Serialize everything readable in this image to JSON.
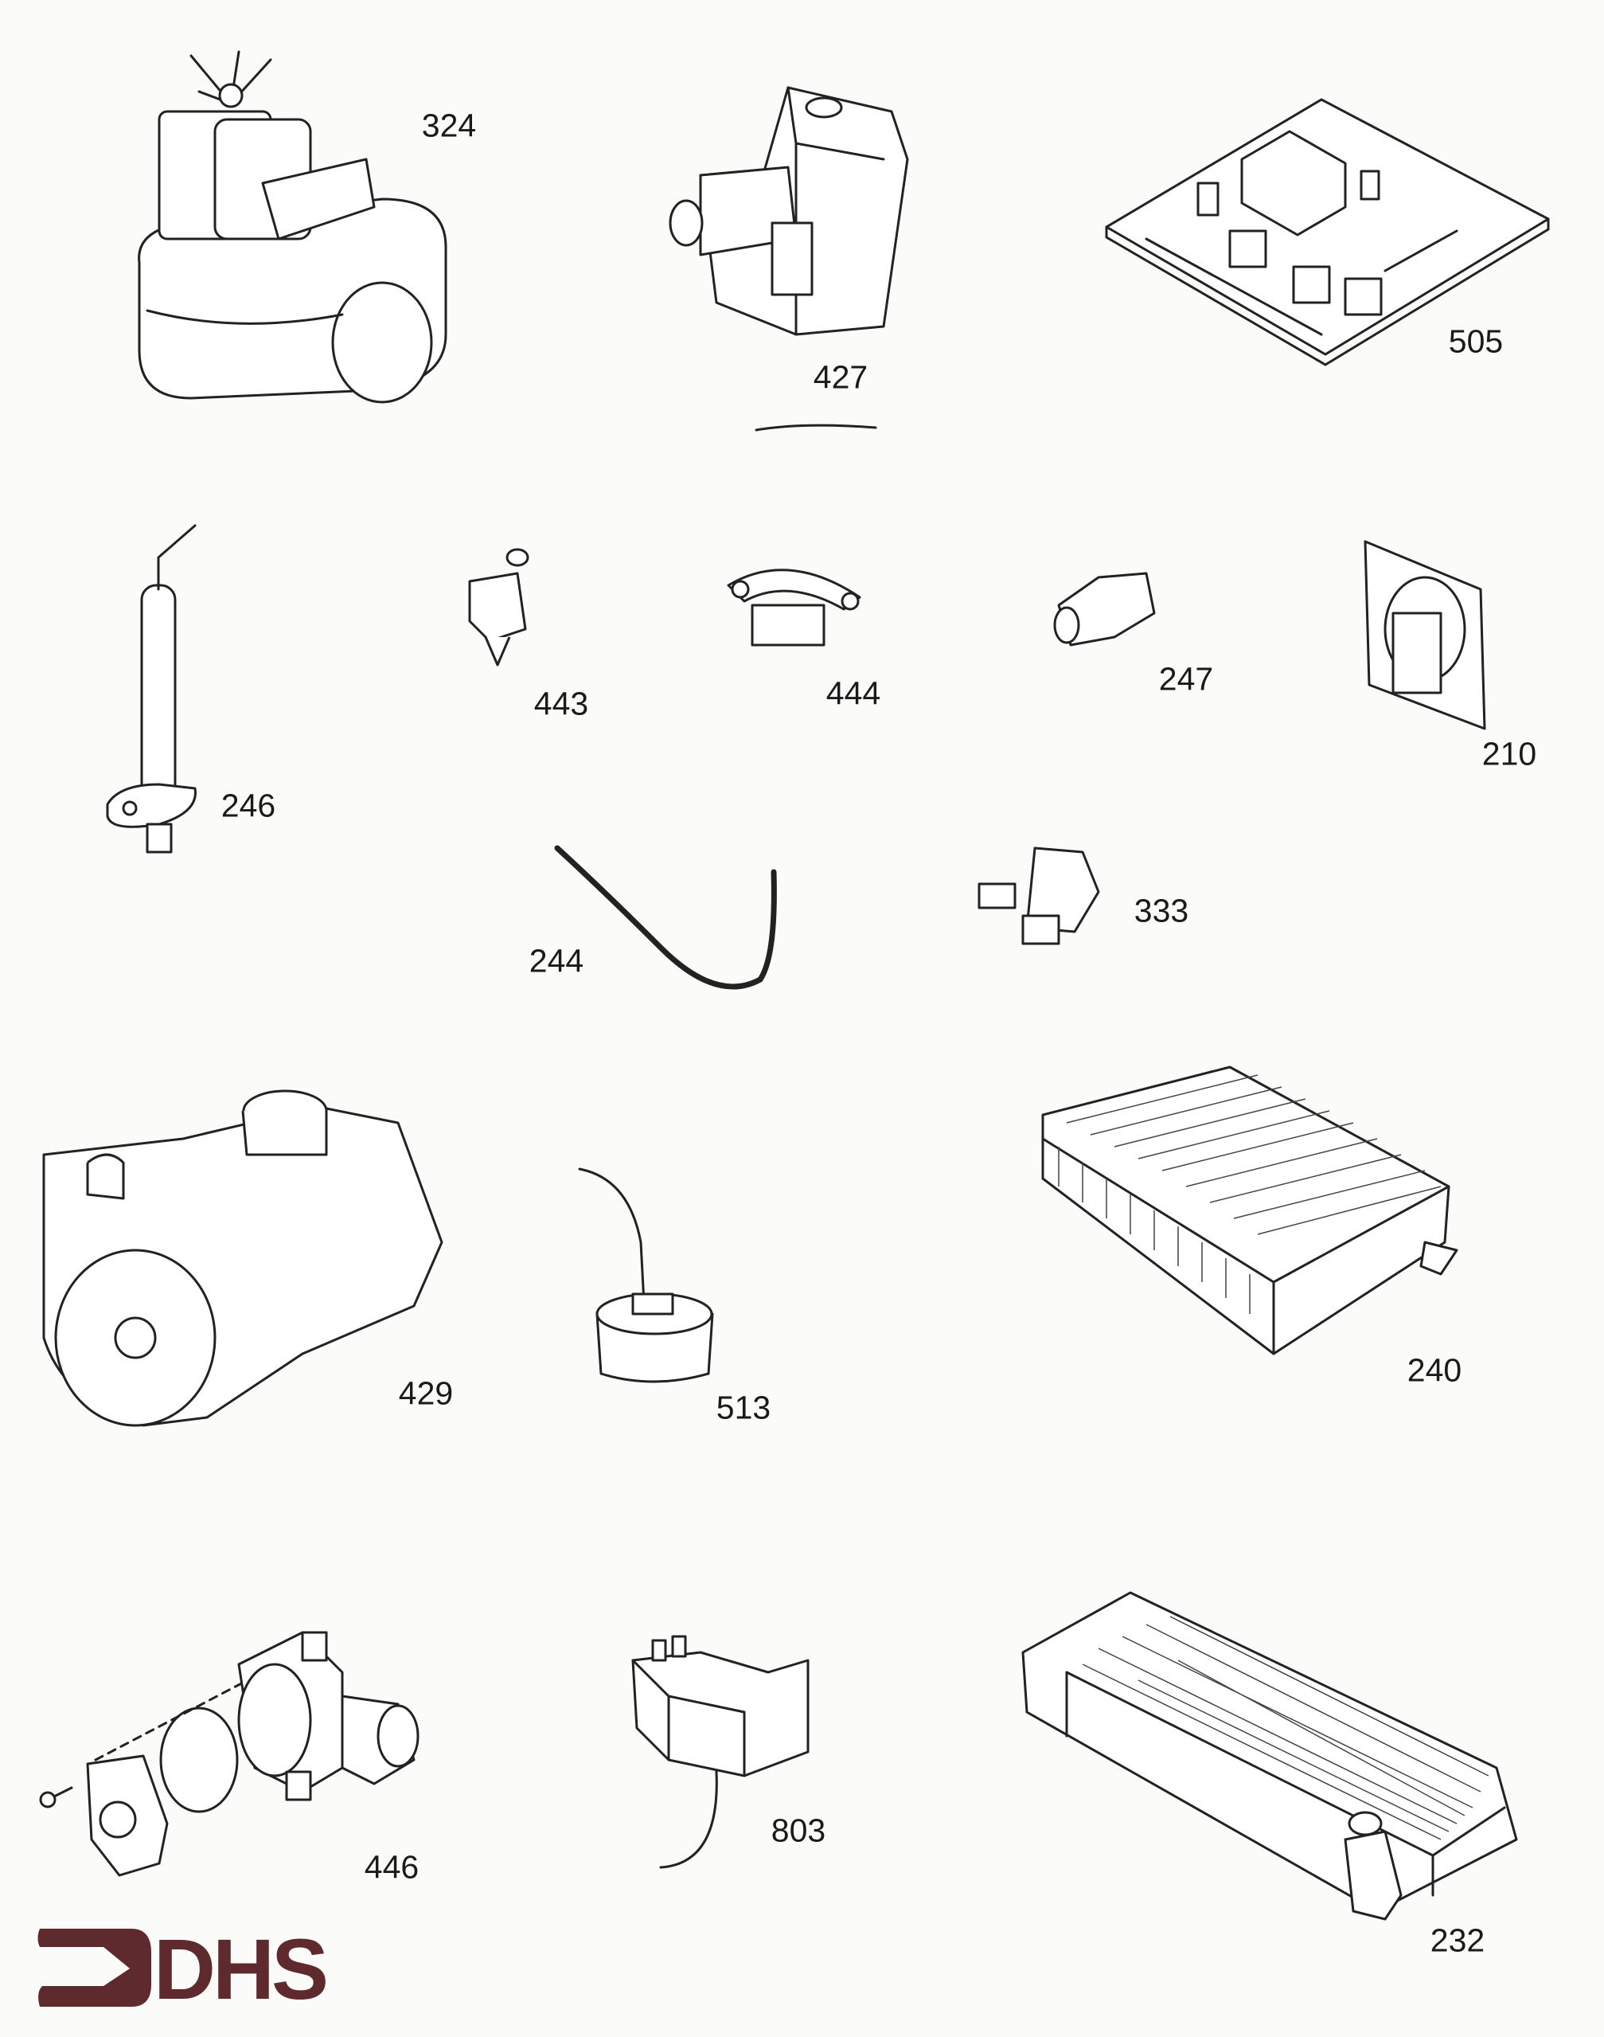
{
  "diagram": {
    "parts": [
      {
        "id": "324",
        "label": "324"
      },
      {
        "id": "427",
        "label": "427"
      },
      {
        "id": "505",
        "label": "505"
      },
      {
        "id": "246",
        "label": "246"
      },
      {
        "id": "443",
        "label": "443"
      },
      {
        "id": "444",
        "label": "444"
      },
      {
        "id": "247",
        "label": "247"
      },
      {
        "id": "210",
        "label": "210"
      },
      {
        "id": "244",
        "label": "244"
      },
      {
        "id": "333",
        "label": "333"
      },
      {
        "id": "429",
        "label": "429"
      },
      {
        "id": "513",
        "label": "513"
      },
      {
        "id": "240",
        "label": "240"
      },
      {
        "id": "446",
        "label": "446"
      },
      {
        "id": "803",
        "label": "803"
      },
      {
        "id": "232",
        "label": "232"
      }
    ]
  },
  "logo": {
    "text": "DHS",
    "color": "#5e2a2e"
  }
}
